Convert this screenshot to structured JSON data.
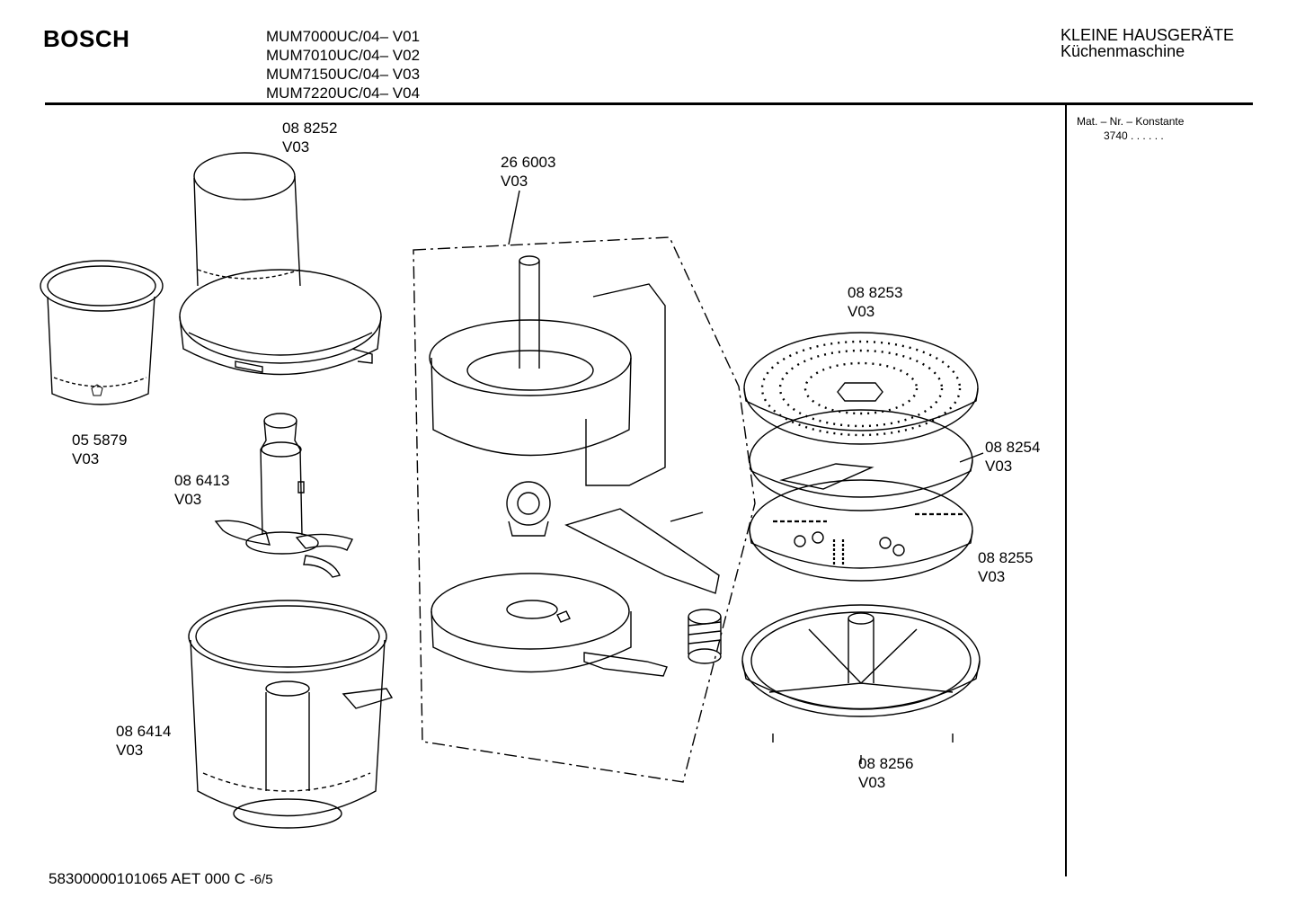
{
  "header": {
    "brand": "BOSCH",
    "models": [
      "MUM7000UC/04– V01",
      "MUM7010UC/04– V02",
      "MUM7150UC/04– V03",
      "MUM7220UC/04– V04"
    ],
    "category_line1": "KLEINE HAUSGERÄTE",
    "category_line2": "Küchenmaschine"
  },
  "sidebar": {
    "mat_label": "Mat. – Nr. – Konstante",
    "mat_value": "3740 . .  . . . ."
  },
  "parts": [
    {
      "number": "08 8252",
      "version": "V03"
    },
    {
      "number": "26 6003",
      "version": "V03"
    },
    {
      "number": "08 8253",
      "version": "V03"
    },
    {
      "number": "05 5879",
      "version": "V03"
    },
    {
      "number": "08 6413",
      "version": "V03"
    },
    {
      "number": "08 8254",
      "version": "V03"
    },
    {
      "number": "08 8255",
      "version": "V03"
    },
    {
      "number": "08 6414",
      "version": "V03"
    },
    {
      "number": "08 8256",
      "version": "V03"
    }
  ],
  "footer": {
    "code": "58300000101065 AET 000 C ",
    "page": "-6/5"
  }
}
